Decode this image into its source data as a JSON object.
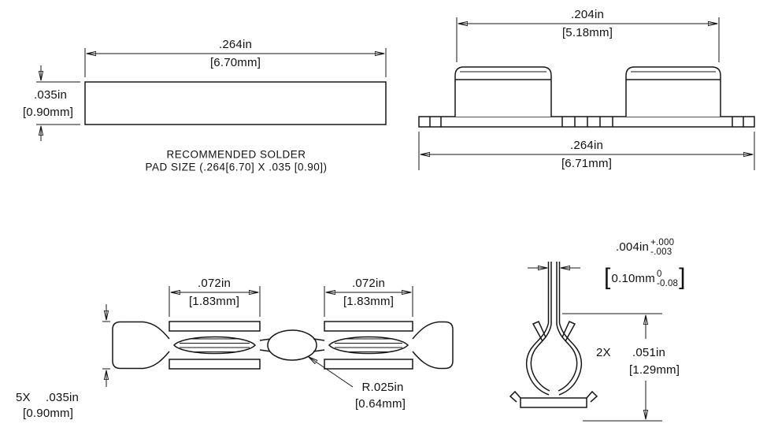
{
  "pad_view": {
    "width_in": ".264in",
    "width_mm": "[6.70mm]",
    "height_in": ".035in",
    "height_mm": "[0.90mm]",
    "note1": "RECOMMENDED SOLDER",
    "note2": "PAD SIZE (.264[6.70] X .035 [0.90])"
  },
  "front_view": {
    "span_in": ".204in",
    "span_mm": "[5.18mm]",
    "overall_in": ".264in",
    "overall_mm": "[6.71mm]"
  },
  "top_view": {
    "slot1_in": ".072in",
    "slot1_mm": "[1.83mm]",
    "slot2_in": ".072in",
    "slot2_mm": "[1.83mm]",
    "width_qty": "5X",
    "width_in": ".035in",
    "width_mm": "[0.90mm]",
    "radius_in": "R.025in",
    "radius_mm": "[0.64mm]"
  },
  "detail_view": {
    "gap_in": ".004in",
    "gap_plus": "+.000",
    "gap_minus": "-.003",
    "bracket_open": "[",
    "gap_mm": "0.10mm",
    "gap_mm_plus": "0",
    "gap_mm_minus": "-0.08",
    "bracket_close": "]",
    "height_qty": "2X",
    "height_in": ".051in",
    "height_mm": "[1.29mm]"
  }
}
